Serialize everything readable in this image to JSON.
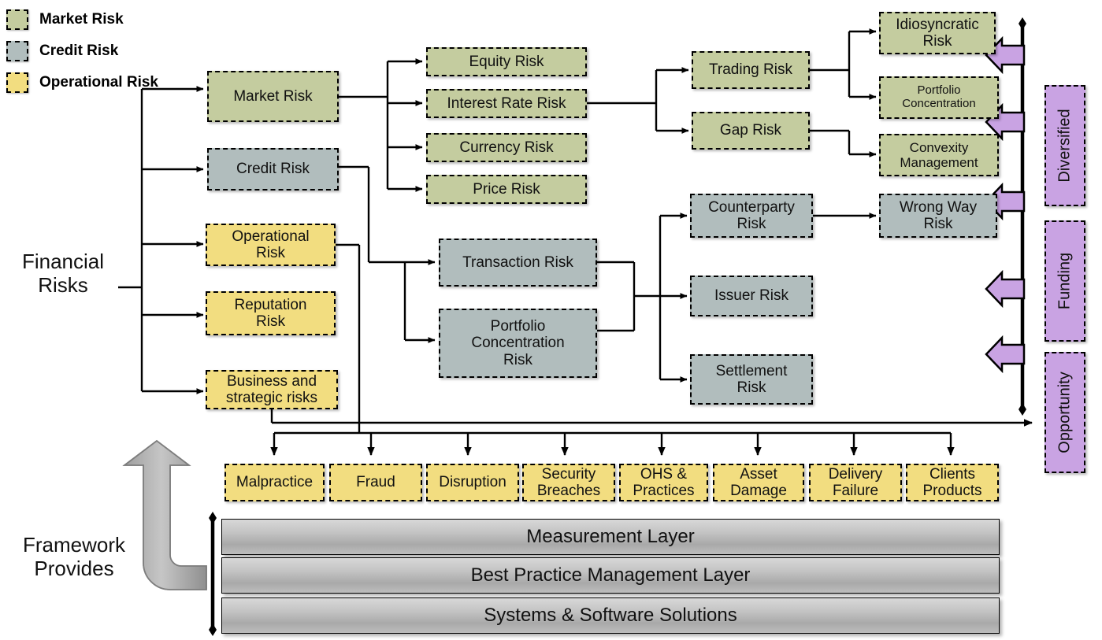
{
  "legend": {
    "items": [
      {
        "label": "Market Risk",
        "color": "#c4cc9f"
      },
      {
        "label": "Credit Risk",
        "color": "#b1bdbd"
      },
      {
        "label": "Operational Risk",
        "color": "#f2dd80"
      }
    ]
  },
  "root": {
    "label": "Financial\nRisks",
    "line1": "Financial",
    "line2": "Risks"
  },
  "framework": {
    "line1": "Framework",
    "line2": "Provides"
  },
  "level1": [
    {
      "label": "Market Risk",
      "type": "market"
    },
    {
      "label": "Credit Risk",
      "type": "credit"
    },
    {
      "label": "Operational\nRisk",
      "type": "operational"
    },
    {
      "label": "Reputation\nRisk",
      "type": "operational"
    },
    {
      "label": "Business and\nstrategic risks",
      "type": "operational"
    }
  ],
  "market_sub": [
    {
      "label": "Equity Risk"
    },
    {
      "label": "Interest Rate Risk"
    },
    {
      "label": "Currency Risk"
    },
    {
      "label": "Price Risk"
    }
  ],
  "market_sub2": [
    {
      "label": "Trading Risk"
    },
    {
      "label": "Gap Risk"
    }
  ],
  "market_sub3": [
    {
      "label": "Idiosyncratic\nRisk"
    },
    {
      "label": "Portfolio\nConcentration"
    },
    {
      "label": "Convexity\nManagement"
    }
  ],
  "credit_sub": [
    {
      "label": "Transaction Risk"
    },
    {
      "label": "Portfolio\nConcentration\nRisk"
    }
  ],
  "credit_sub2": [
    {
      "label": "Counterparty\nRisk"
    },
    {
      "label": "Issuer Risk"
    },
    {
      "label": "Settlement\nRisk"
    }
  ],
  "credit_sub3": [
    {
      "label": "Wrong Way\nRisk"
    }
  ],
  "operational_categories": [
    {
      "label": "Malpractice"
    },
    {
      "label": "Fraud"
    },
    {
      "label": "Disruption"
    },
    {
      "label": "Security\nBreaches"
    },
    {
      "label": "OHS &\nPractices"
    },
    {
      "label": "Asset\nDamage"
    },
    {
      "label": "Delivery\nFailure"
    },
    {
      "label": "Clients\nProducts"
    }
  ],
  "right_labels": [
    {
      "label": "Diversified"
    },
    {
      "label": "Funding"
    },
    {
      "label": "Opportunity"
    }
  ],
  "layers": [
    {
      "label": "Measurement Layer"
    },
    {
      "label": "Best Practice Management Layer"
    },
    {
      "label": "Systems & Software Solutions"
    }
  ],
  "colors": {
    "market": "#c4cc9f",
    "credit": "#b1bdbd",
    "operational": "#f2dd80",
    "purple": "#c9a3e3",
    "line": "#000000",
    "layer": "#c3c3c3"
  }
}
